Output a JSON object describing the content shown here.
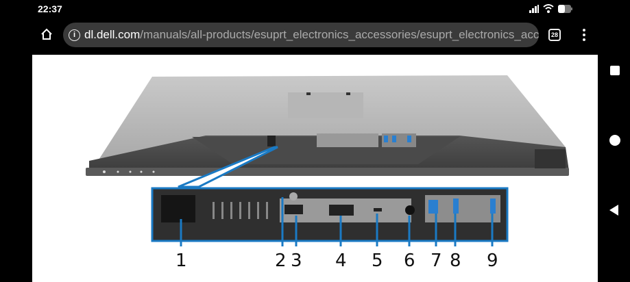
{
  "status_bar": {
    "time": "22:37"
  },
  "browser": {
    "url_domain": "dl.dell.com",
    "url_path": "/manuals/all-products/esuprt_electronics_accessories/esuprt_electronics_accessories_",
    "tab_count": "28"
  },
  "figure": {
    "callout_color": "#1a7ac4",
    "labels": [
      "1",
      "2",
      "3",
      "4",
      "5",
      "6",
      "7",
      "8",
      "9"
    ]
  }
}
